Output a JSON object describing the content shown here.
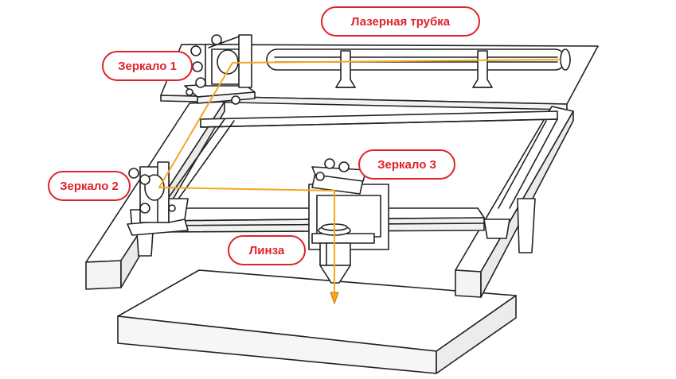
{
  "colors": {
    "label_border": "#e0222b",
    "label_text": "#e0222b",
    "beam": "#f5a623",
    "line_art": "#222222"
  },
  "labels": {
    "tube": "Лазерная трубка",
    "mirror1": "Зеркало 1",
    "mirror2": "Зеркало 2",
    "mirror3": "Зеркало 3",
    "lens": "Линза"
  }
}
